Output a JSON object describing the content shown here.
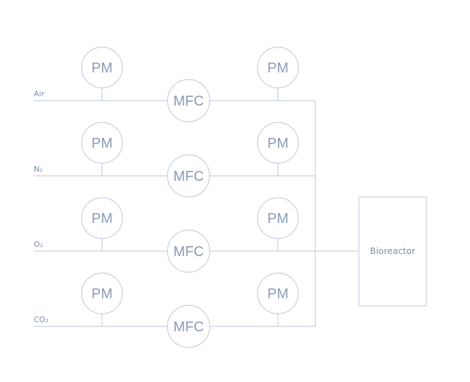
{
  "diagram": {
    "gas_lines": [
      {
        "label": "Air",
        "pm_upstream": "PM",
        "controller": "MFC",
        "pm_downstream": "PM"
      },
      {
        "label": "N₂",
        "pm_upstream": "PM",
        "controller": "MFC",
        "pm_downstream": "PM"
      },
      {
        "label": "O₂",
        "pm_upstream": "PM",
        "controller": "MFC",
        "pm_downstream": "PM"
      },
      {
        "label": "CO₂",
        "pm_upstream": "PM",
        "controller": "MFC",
        "pm_downstream": "PM"
      }
    ],
    "destination": "Bioreactor",
    "line_color": "#c5cfdf",
    "text_color": "#8a9ab5"
  }
}
